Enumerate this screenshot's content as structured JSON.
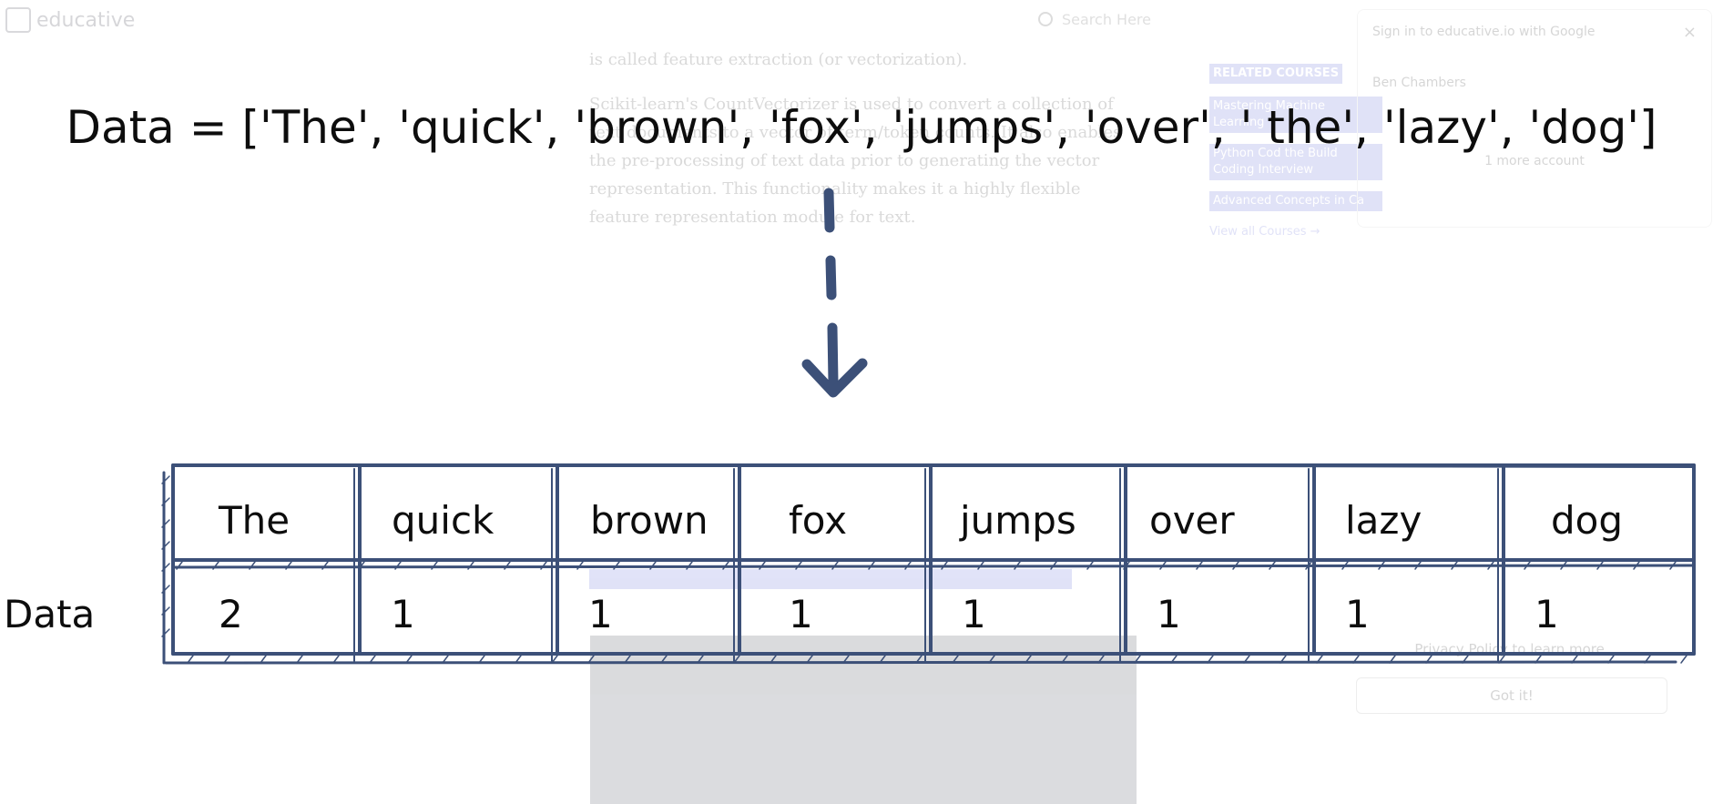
{
  "background": {
    "logo": "educative",
    "search_placeholder": "Search Here",
    "article_paragraphs": [
      "is called feature extraction (or vectorization).",
      "Scikit-learn's CountVectorizer is used to convert a collection of text documents to a vector of term/token counts. It also enables the pre-processing of text data prior to generating the vector representation. This functionality makes it a highly flexible feature representation module for text."
    ],
    "related": {
      "heading": "RELATED COURSES",
      "items": [
        "Mastering Machine Learning",
        "Python Cod the Build Coding Interview",
        "Advanced Concepts in Ca"
      ],
      "view_all": "View all Courses →"
    },
    "signin": {
      "title": "Sign in to educative.io with Google",
      "close": "×",
      "account_name": "Ben Chambers",
      "more": "1 more account"
    },
    "cookie": {
      "link": "Privacy Policy",
      "text": "to learn more.",
      "button": "Got it!"
    }
  },
  "diagram": {
    "title": "Data = ['The', 'quick', 'brown', 'fox', 'jumps', 'over', ' the', 'lazy', 'dog']",
    "row_label": "Data",
    "tokens": [
      "The",
      "quick",
      "brown",
      "fox",
      "jumps",
      "over",
      "lazy",
      "dog"
    ],
    "counts": [
      "2",
      "1",
      "1",
      "1",
      "1",
      "1",
      "1",
      "1"
    ],
    "colors": {
      "stroke": "#3c5078",
      "text": "#0d0d0d"
    }
  }
}
